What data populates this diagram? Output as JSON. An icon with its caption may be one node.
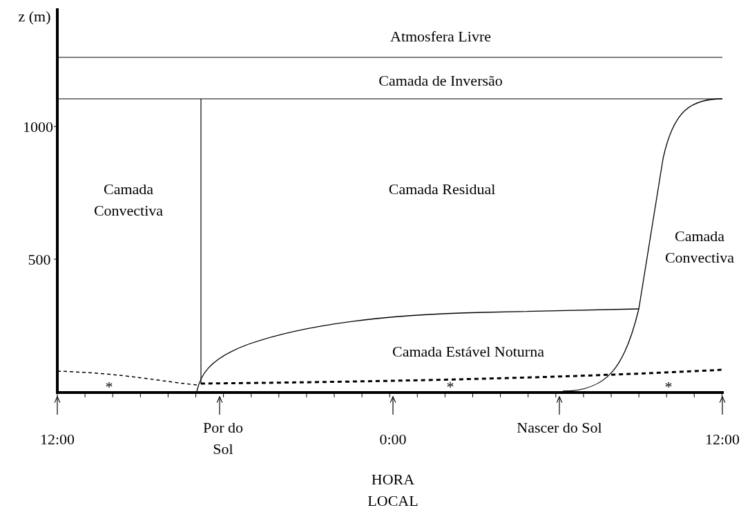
{
  "diagram": {
    "labels": [
      "z (m)",
      "Atmosfera Livre",
      "Camada de Inversão",
      "1000",
      "Camada Convectiva",
      "Camada Residual",
      "500",
      "Camada Convectiva",
      "Camada Estável Noturna",
      "*",
      "*",
      "*",
      "12:00",
      "Por do Sol",
      "0:00",
      "Nascer do Sol",
      "12:00",
      "HORA LOCAL"
    ]
  }
}
